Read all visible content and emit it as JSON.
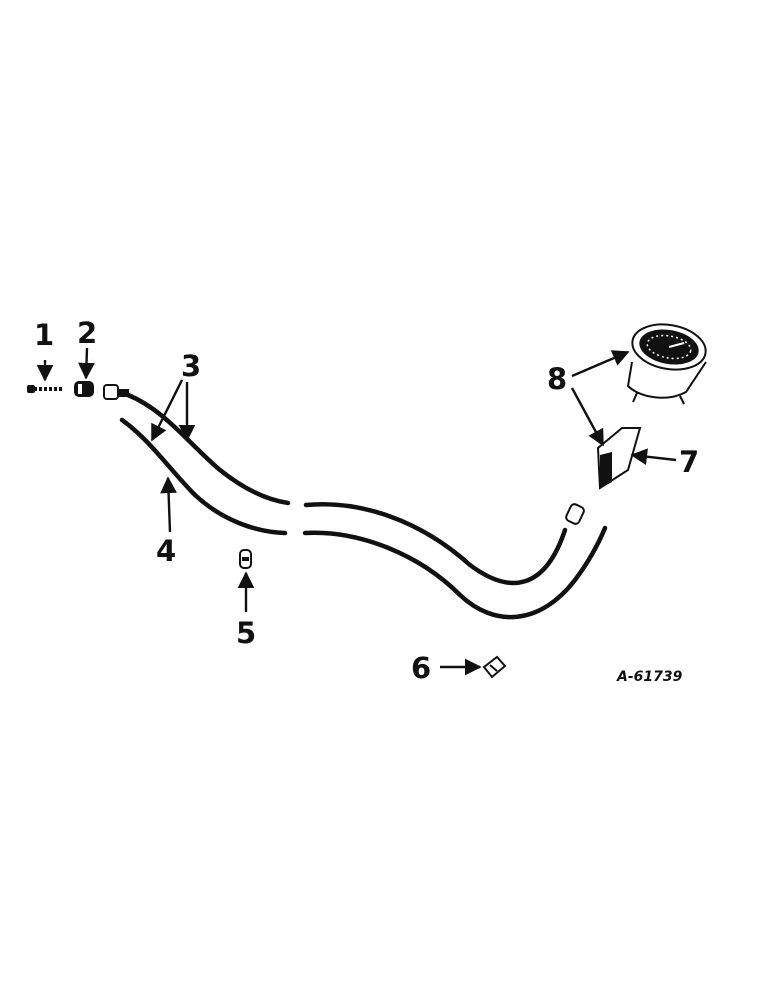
{
  "diagram": {
    "callouts": [
      {
        "id": "1",
        "label": "1"
      },
      {
        "id": "2",
        "label": "2"
      },
      {
        "id": "3",
        "label": "3"
      },
      {
        "id": "4",
        "label": "4"
      },
      {
        "id": "5",
        "label": "5"
      },
      {
        "id": "6",
        "label": "6"
      },
      {
        "id": "7",
        "label": "7"
      },
      {
        "id": "8",
        "label": "8"
      }
    ],
    "reference_code": "A-61739"
  },
  "colors": {
    "ink": "#111111",
    "background": "#ffffff"
  }
}
